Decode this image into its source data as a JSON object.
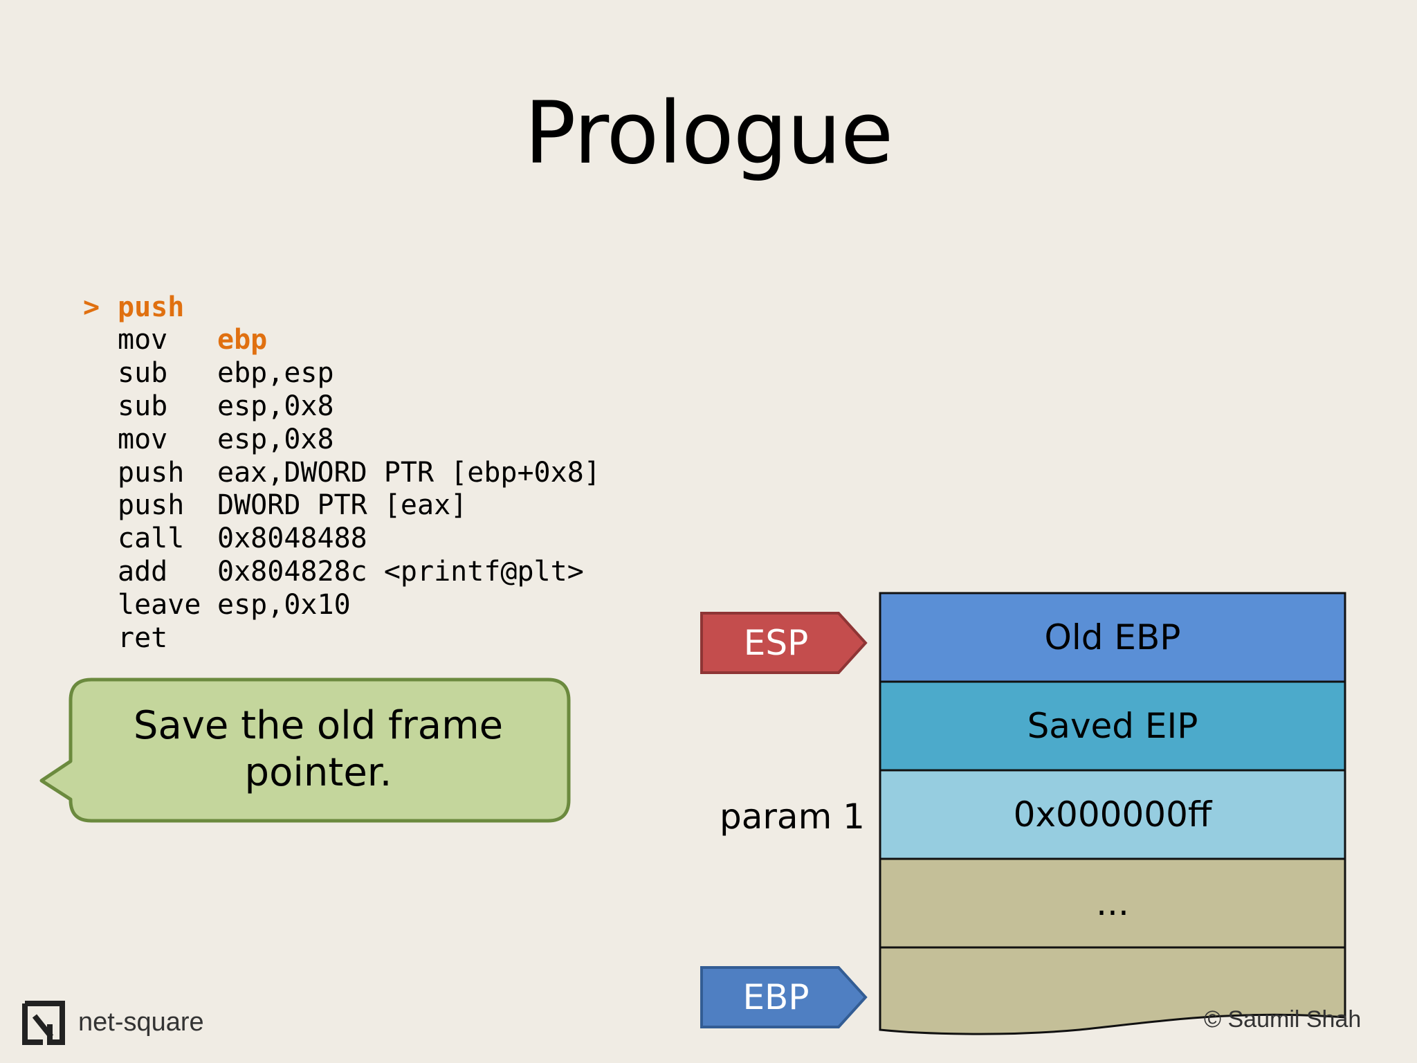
{
  "slide": {
    "title": "Prologue"
  },
  "code": [
    {
      "marker": "",
      "op": "push",
      "args": "ebp",
      "highlight": true
    },
    {
      "marker": ">",
      "op": "mov",
      "args": "ebp,esp",
      "highlight": false
    },
    {
      "marker": "",
      "op": "sub",
      "args": "esp,0x8",
      "highlight": false
    },
    {
      "marker": "",
      "op": "sub",
      "args": "esp,0x8",
      "highlight": false
    },
    {
      "marker": "",
      "op": "mov",
      "args": "eax,DWORD PTR [ebp+0x8]",
      "highlight": false
    },
    {
      "marker": "",
      "op": "push",
      "args": "DWORD PTR [eax]",
      "highlight": false
    },
    {
      "marker": "",
      "op": "push",
      "args": "0x8048488",
      "highlight": false
    },
    {
      "marker": "",
      "op": "call",
      "args": "0x804828c <printf@plt>",
      "highlight": false
    },
    {
      "marker": "",
      "op": "add",
      "args": "esp,0x10",
      "highlight": false
    },
    {
      "marker": "",
      "op": "leave",
      "args": "",
      "highlight": false
    },
    {
      "marker": "",
      "op": "ret",
      "args": "",
      "highlight": false
    }
  ],
  "callout": {
    "text_line1": "Save the old frame",
    "text_line2": "pointer."
  },
  "pointers": {
    "esp": "ESP",
    "ebp": "EBP"
  },
  "stack": {
    "param_label": "param 1",
    "cells": [
      {
        "label": "Old EBP"
      },
      {
        "label": "Saved EIP"
      },
      {
        "label": "0x000000ff"
      },
      {
        "label": "..."
      },
      {
        "label": ""
      }
    ]
  },
  "footer": {
    "brand": "net-square",
    "credit": "© Saumil Shah"
  },
  "colors": {
    "background": "#f0ece4",
    "highlight": "#e07010",
    "esp_arrow": "#c44d4d",
    "ebp_arrow": "#4f7fc2",
    "old_ebp": "#5a8fd6",
    "saved_eip": "#4caacb",
    "param": "#96cde0",
    "filler": "#c4bf98",
    "callout_fill": "#c4d69c",
    "callout_border": "#6b8a3e"
  }
}
